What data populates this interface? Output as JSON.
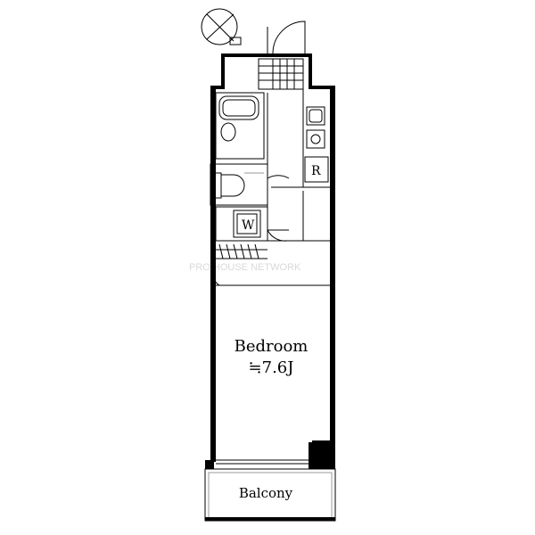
{
  "rooms": {
    "bedroom_label": "Bedroom",
    "bedroom_size": "≒7.6J",
    "balcony_label": "Balcony",
    "fridge_label": "R",
    "washer_label": "W"
  },
  "watermark": "PRO HOUSE NETWORK",
  "colors": {
    "wall": "#000000",
    "watermark": "#d9d9d9",
    "background": "#ffffff"
  }
}
